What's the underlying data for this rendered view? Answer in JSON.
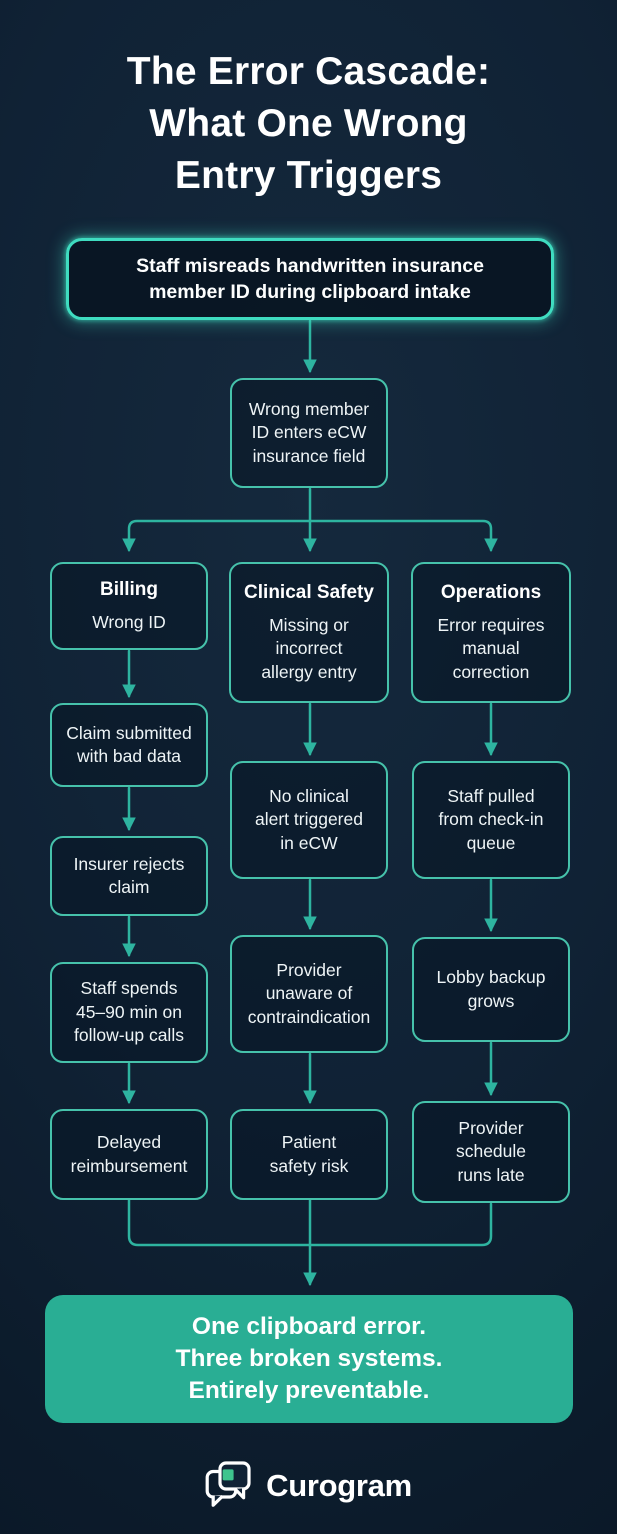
{
  "page": {
    "title": "The Error Cascade:\nWhat One Wrong\nEntry Triggers"
  },
  "flow": {
    "trigger": "Staff misreads handwritten insurance\nmember ID during clipboard intake",
    "entry": "Wrong member\nID enters eCW\ninsurance field",
    "columns": [
      {
        "title": "Billing",
        "subtitle": "Wrong ID",
        "steps": [
          "Claim submitted\nwith bad data",
          "Insurer rejects\nclaim",
          "Staff spends\n45–90 min on\nfollow-up calls",
          "Delayed\nreimbursement"
        ]
      },
      {
        "title": "Clinical Safety",
        "subtitle": "Missing or\nincorrect\nallergy entry",
        "steps": [
          "No clinical\nalert triggered\nin eCW",
          "Provider\nunaware of\ncontraindication",
          "Patient\nsafety risk"
        ]
      },
      {
        "title": "Operations",
        "subtitle": "Error requires\nmanual\ncorrection",
        "steps": [
          "Staff pulled\nfrom check-in\nqueue",
          "Lobby backup\ngrows",
          "Provider\nschedule\nruns late"
        ]
      }
    ],
    "conclusion": "One clipboard error.\nThree broken systems.\nEntirely preventable."
  },
  "footer": {
    "brand": "Curogram",
    "logo_icon": "chat-bubbles-icon"
  },
  "colors": {
    "background": "#102235",
    "connector_teal": "#2eb4a0",
    "box_border_teal": "#46c2ab",
    "trigger_glow_teal": "#3fdcc0",
    "cta_fill_teal": "#29ae94",
    "logo_square_green": "#3ec48e",
    "text_white": "#ffffff"
  }
}
